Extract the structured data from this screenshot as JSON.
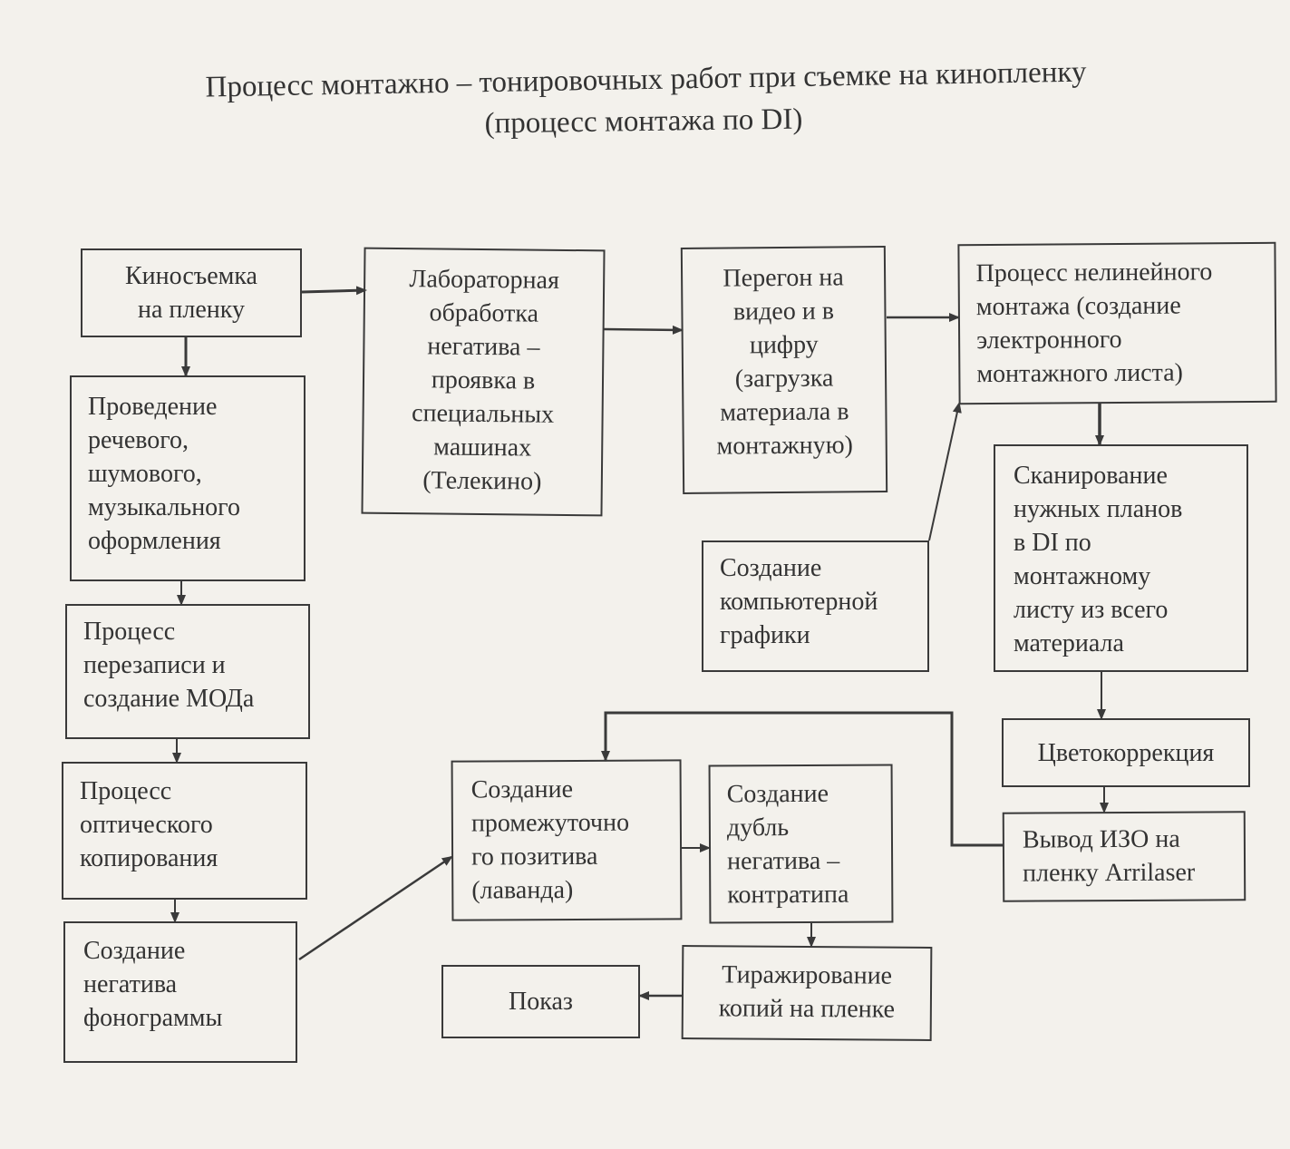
{
  "title": {
    "line1": "Процесс монтажно – тонировочных работ при съемке на кинопленку",
    "line2": "(процесс монтажа по DI)"
  },
  "boxes": {
    "shooting": "Киносъемка\nна пленку",
    "lab": "Лабораторная\nобработка\nнегатива –\nпроявка в\nспециальных\nмашинах\n(Телекино)",
    "transfer": "Перегон на\nвидео и в\nцифру\n(загрузка\nматериала в\nмонтажную)",
    "nonlinear": "Процесс нелинейного\nмонтажа (создание\nэлектронного\nмонтажного листа)",
    "sound_design": "Проведение\nречевого,\nшумового,\nмузыкального\nоформления",
    "cg": "Создание\nкомпьютерной\nграфики",
    "scanning": "Сканирование\nнужных планов\nв DI по\nмонтажному\nлисту из всего\nматериала",
    "rerecording": "Процесс\nперезаписи и\nсоздание МОДа",
    "color_correction": "Цветокоррекция",
    "optical_copy": "Процесс\nоптического\nкопирования",
    "interpositive": "Создание\nпромежуточно\nго позитива\n(лаванда)",
    "dupe_negative": "Создание\nдубль\nнегатива –\nконтратипа",
    "arrilaser": "Вывод ИЗО на\nпленку Arrilaser",
    "sound_negative": "Создание\nнегатива\nфонограммы",
    "release_prints": "Тиражирование\nкопий на пленке",
    "screening": "Показ"
  }
}
